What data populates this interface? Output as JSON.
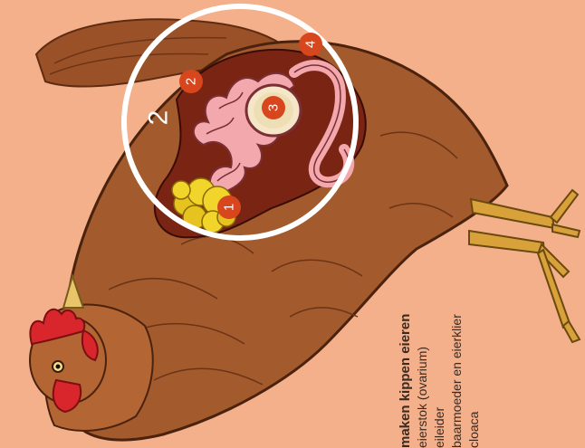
{
  "legend": {
    "title": "maken kippen eieren",
    "items": [
      "eierstok (ovarium)",
      "eileider",
      "baarmoeder en eierklier",
      "cloaca"
    ]
  },
  "markers": [
    "1",
    "2",
    "3",
    "4"
  ],
  "big_label": "2",
  "colors": {
    "background": "#f4b08b",
    "hen_body": "#a35a2c",
    "interior": "#7a2414",
    "marker": "#d8461d",
    "ring": "#ffffff",
    "oviduct": "#f2a8ad",
    "yolk": "#f2d52a",
    "comb": "#d9262c",
    "legs": "#d9a13a"
  }
}
